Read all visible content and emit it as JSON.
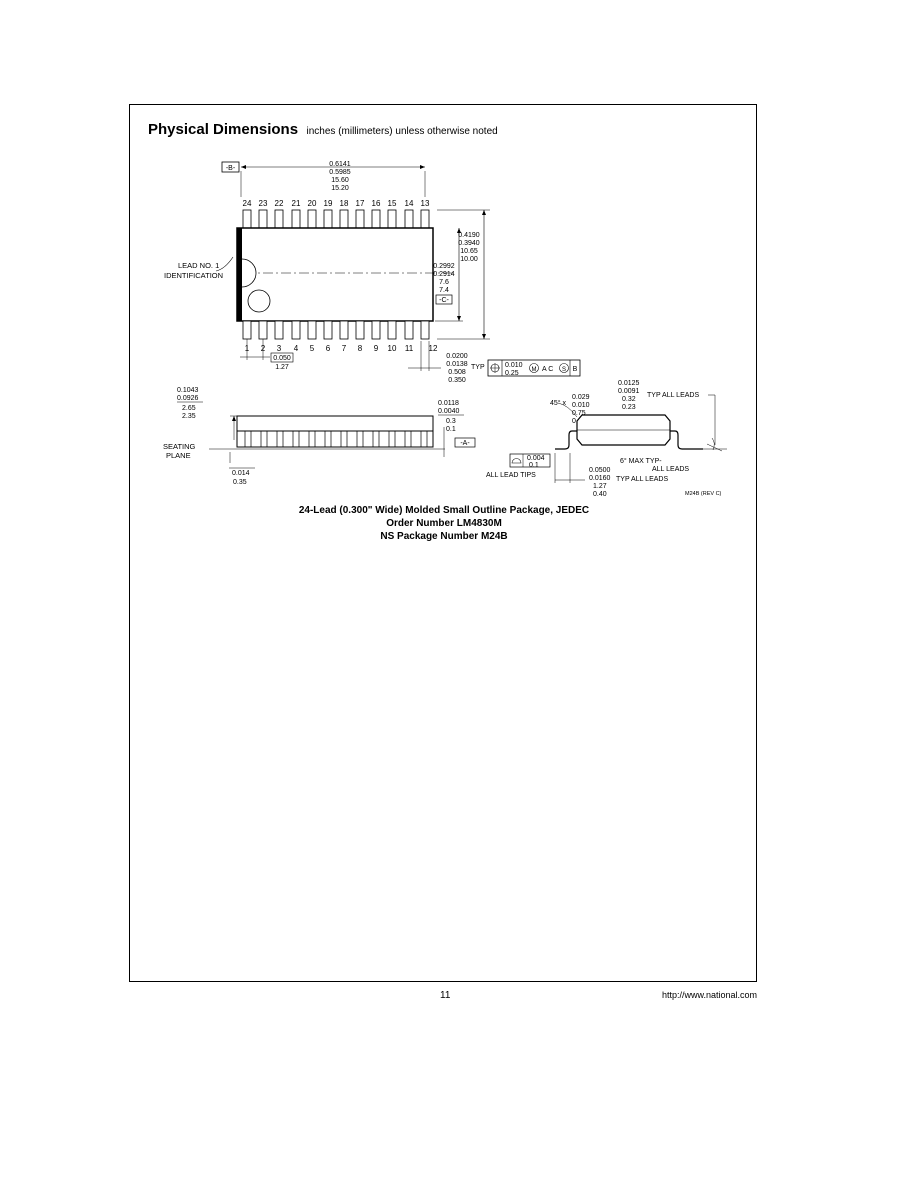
{
  "header": {
    "title": "Physical Dimensions",
    "subtitle": "inches (millimeters) unless otherwise noted"
  },
  "top_view": {
    "datum_b": "-B-",
    "length_dim": [
      "0.6141",
      "0.5985",
      "15.60",
      "15.20"
    ],
    "top_pins": [
      "24",
      "23",
      "22",
      "21",
      "20",
      "19",
      "18",
      "17",
      "16",
      "15",
      "14",
      "13"
    ],
    "bottom_pins": [
      "1",
      "2",
      "3",
      "4",
      "5",
      "6",
      "7",
      "8",
      "9",
      "10",
      "11",
      "12"
    ],
    "lead_label": [
      "LEAD NO. 1",
      "IDENTIFICATION"
    ],
    "width_dim": [
      "0.4190",
      "0.3940",
      "10.65",
      "10.00"
    ],
    "body_width_dim": [
      "0.2992",
      "0.2914",
      "7.6",
      "7.4"
    ],
    "datum_c": "-C-",
    "pitch_dim": [
      "0.050",
      "1.27"
    ],
    "lead_width_dim": [
      "0.0200",
      "0.0138",
      "0.508",
      "0.350"
    ],
    "typ": "TYP",
    "tolerance": [
      "0.010",
      "0.25",
      "M",
      "A C",
      "S",
      "B"
    ]
  },
  "side_view": {
    "height_dim": [
      "0.1043",
      "0.0926",
      "2.65",
      "2.35"
    ],
    "standoff_dim": [
      "0.0118",
      "0.0040",
      "0.3",
      "0.1"
    ],
    "seating_plane": [
      "SEATING",
      "PLANE"
    ],
    "datum_a": "-A-",
    "min_dim": [
      "0.014",
      "0.35"
    ]
  },
  "end_view": {
    "chamfer_dim": [
      "0.029",
      "0.010",
      "0.75",
      "0.25"
    ],
    "chamfer_prefix": "45° x",
    "thickness_dim": [
      "0.0125",
      "0.0091",
      "0.32",
      "0.23"
    ],
    "typ_all_leads": "TYP ALL LEADS",
    "angle_note": [
      "6° MAX TYP-",
      "ALL LEADS"
    ],
    "coplanarity": [
      "0.004",
      "0.1"
    ],
    "all_lead_tips": "ALL LEAD TIPS",
    "foot_dim": [
      "0.0500",
      "0.0160",
      "1.27",
      "0.40"
    ],
    "foot_typ": "TYP ALL LEADS",
    "drawing_ref": "M24B (REV C)"
  },
  "caption": {
    "line1": "24-Lead (0.300\" Wide) Molded Small Outline Package, JEDEC",
    "line2": "Order Number LM4830M",
    "line3": "NS Package Number M24B"
  },
  "footer": {
    "page_number": "11",
    "url": "http://www.national.com"
  }
}
